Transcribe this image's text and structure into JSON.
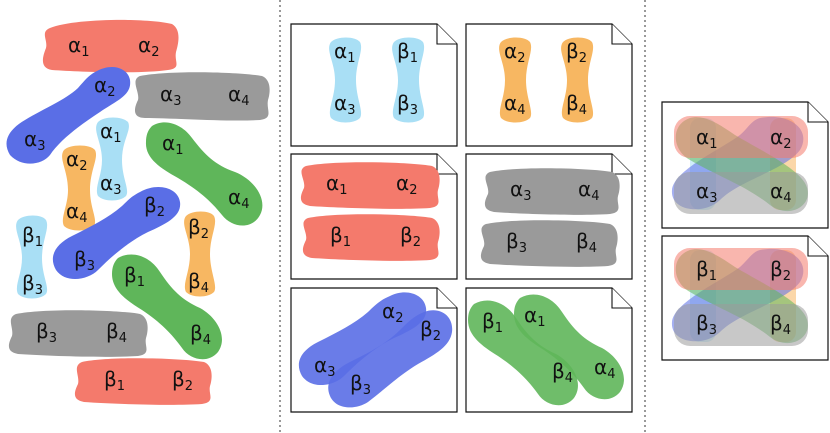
{
  "colors": {
    "red": "#f47a6c",
    "blue": "#5a6ee6",
    "gray": "#9a9a9a",
    "green": "#5fb65a",
    "orange": "#f7b762",
    "lightblue": "#a9dff5"
  },
  "labels": {
    "alpha1": "α",
    "alpha1_sub": "1",
    "alpha2": "α",
    "alpha2_sub": "2",
    "alpha3": "α",
    "alpha3_sub": "3",
    "alpha4": "α",
    "alpha4_sub": "4",
    "beta1": "β",
    "beta1_sub": "1",
    "beta2": "β",
    "beta2_sub": "2",
    "beta3": "β",
    "beta3_sub": "3",
    "beta4": "β",
    "beta4_sub": "4"
  },
  "panels": {
    "left": {
      "name": "scattered-pairs"
    },
    "middle": {
      "name": "paired-documents",
      "count": 6
    },
    "right": {
      "name": "overlaid-documents",
      "count": 2
    }
  }
}
